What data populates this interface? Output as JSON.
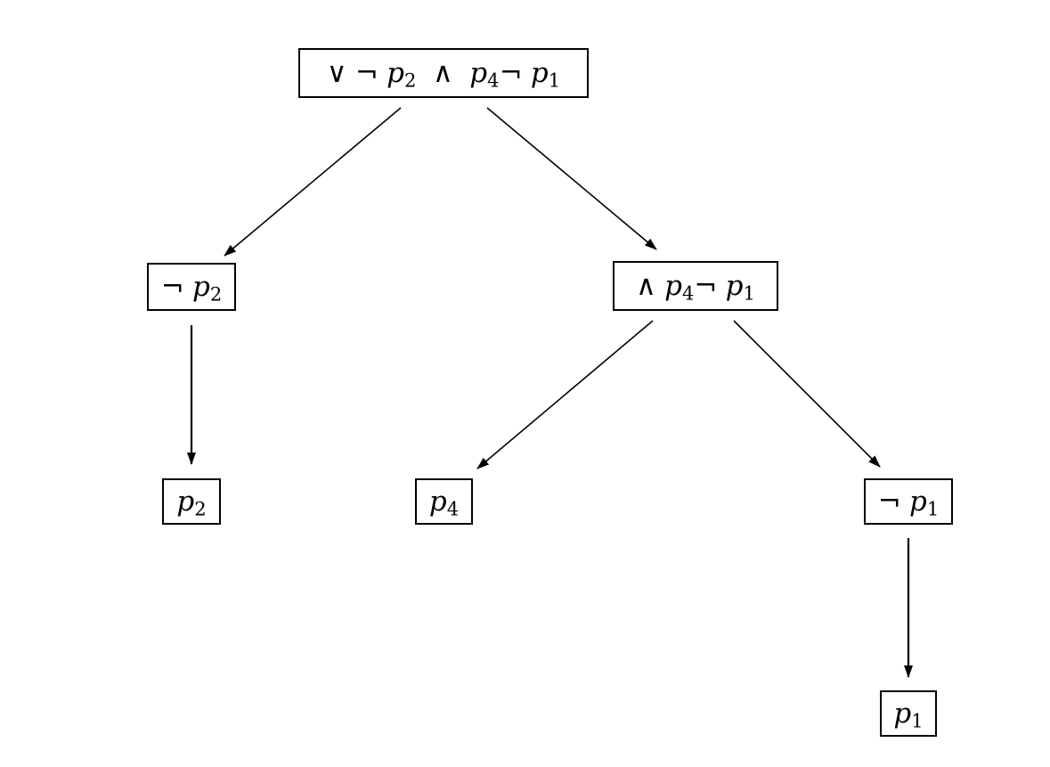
{
  "diagram": {
    "nodes": [
      {
        "id": "root",
        "label": "∨ ¬ p2 ∧ p4¬ p1",
        "tokens": [
          {
            "t": "op",
            "v": "∨"
          },
          {
            "t": "gap"
          },
          {
            "t": "op",
            "v": "¬"
          },
          {
            "t": "gap"
          },
          {
            "t": "var",
            "v": "p",
            "sub": "2"
          },
          {
            "t": "gap"
          },
          {
            "t": "gap"
          },
          {
            "t": "op",
            "v": "∧"
          },
          {
            "t": "gap"
          },
          {
            "t": "gap"
          },
          {
            "t": "var",
            "v": "p",
            "sub": "4"
          },
          {
            "t": "op",
            "v": "¬"
          },
          {
            "t": "gap"
          },
          {
            "t": "var",
            "v": "p",
            "sub": "1"
          }
        ]
      },
      {
        "id": "not-p2",
        "label": "¬ p2",
        "tokens": [
          {
            "t": "op",
            "v": "¬"
          },
          {
            "t": "gap"
          },
          {
            "t": "var",
            "v": "p",
            "sub": "2"
          }
        ]
      },
      {
        "id": "and-p4-not-p1",
        "label": "∧ p4¬ p1",
        "tokens": [
          {
            "t": "op",
            "v": "∧"
          },
          {
            "t": "gap"
          },
          {
            "t": "var",
            "v": "p",
            "sub": "4"
          },
          {
            "t": "op",
            "v": "¬"
          },
          {
            "t": "gap"
          },
          {
            "t": "var",
            "v": "p",
            "sub": "1"
          }
        ]
      },
      {
        "id": "p2",
        "label": "p2",
        "tokens": [
          {
            "t": "var",
            "v": "p",
            "sub": "2"
          }
        ]
      },
      {
        "id": "p4",
        "label": "p4",
        "tokens": [
          {
            "t": "var",
            "v": "p",
            "sub": "4"
          }
        ]
      },
      {
        "id": "not-p1",
        "label": "¬ p1",
        "tokens": [
          {
            "t": "op",
            "v": "¬"
          },
          {
            "t": "gap"
          },
          {
            "t": "var",
            "v": "p",
            "sub": "1"
          }
        ]
      },
      {
        "id": "p1",
        "label": "p1",
        "tokens": [
          {
            "t": "var",
            "v": "p",
            "sub": "1"
          }
        ]
      }
    ],
    "edges": [
      {
        "from": "root",
        "to": "not-p2"
      },
      {
        "from": "root",
        "to": "and-p4-not-p1"
      },
      {
        "from": "not-p2",
        "to": "p2"
      },
      {
        "from": "and-p4-not-p1",
        "to": "p4"
      },
      {
        "from": "and-p4-not-p1",
        "to": "not-p1"
      },
      {
        "from": "not-p1",
        "to": "p1"
      }
    ],
    "colors": {
      "stroke": "#000000",
      "background": "#ffffff"
    }
  }
}
